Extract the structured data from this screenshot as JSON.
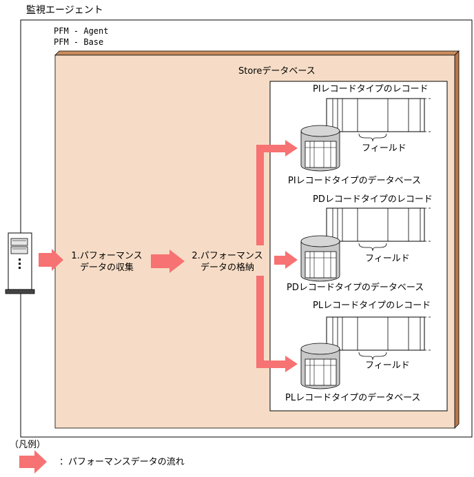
{
  "title": "監視エージェント",
  "agent": {
    "line1": "PFM - Agent",
    "line2": "PFM - Base"
  },
  "store_label": "Storeデータベース",
  "step1": {
    "line1": "1.パフォーマンス",
    "line2": "データの収集"
  },
  "step2": {
    "line1": "2.パフォーマンス",
    "line2": "データの格納"
  },
  "records": [
    {
      "record_label": "PIレコードタイプのレコード",
      "field_label": "フィールド",
      "db_label": "PIレコードタイプのデータベース"
    },
    {
      "record_label": "PDレコードタイプのレコード",
      "field_label": "フィールド",
      "db_label": "PDレコードタイプのデータベース"
    },
    {
      "record_label": "PLレコードタイプのレコード",
      "field_label": "フィールド",
      "db_label": "PLレコードタイプのデータベース"
    }
  ],
  "legend": {
    "title": "（凡例）",
    "arrow_label": "：パフォーマンスデータの流れ"
  },
  "colors": {
    "panel": "#f6dcc6",
    "panel_shadow": "#c98c5e",
    "arrow": "#f77272",
    "db_gray": "#c8c8c8"
  }
}
